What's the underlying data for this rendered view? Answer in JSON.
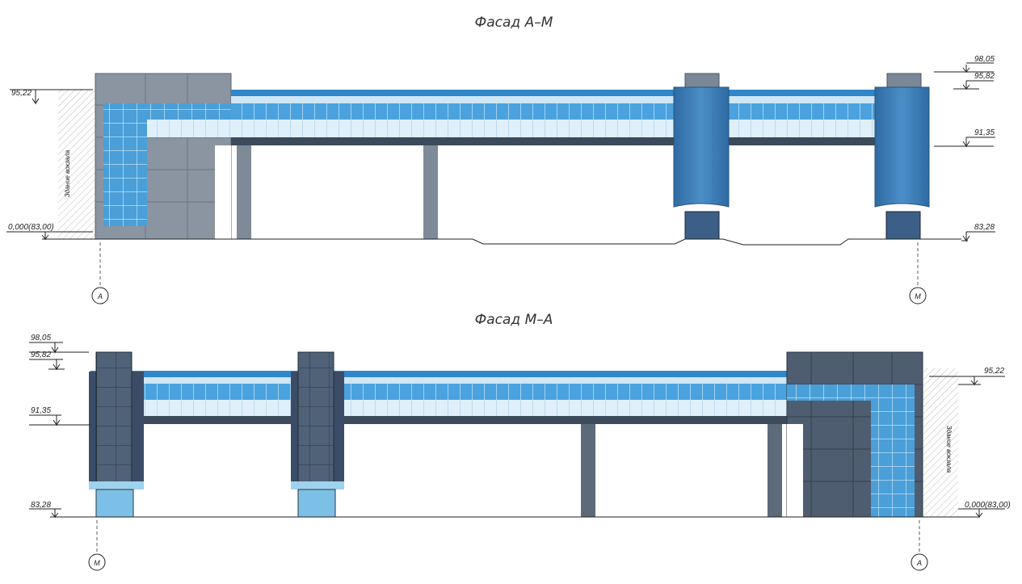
{
  "elevation_top": {
    "title": "Фасад А–М",
    "levels": {
      "left": "95,22",
      "ground_left": "0,000(83,00)",
      "r1": "98,05",
      "r2": "95,82",
      "r3": "91,35",
      "ground_right": "83,28"
    },
    "existing_building_label": "Здание вокзала",
    "axis_left": "А",
    "axis_right": "М"
  },
  "elevation_bottom": {
    "title": "Фасад М–А",
    "levels": {
      "l1": "98,05",
      "l2": "95,82",
      "l3": "91,35",
      "ground_left": "83,28",
      "right": "95,22",
      "ground_right": "0,000(83,00)"
    },
    "existing_building_label": "Здание вокзала",
    "axis_left": "М",
    "axis_right": "А"
  },
  "colors": {
    "glass": "#4a9fd8",
    "glass_light": "#9fd2ef",
    "tower": "#3f7fb5",
    "tower_dark": "#3b4d66",
    "concrete": "#8c96a3",
    "column": "#7e8a98"
  }
}
